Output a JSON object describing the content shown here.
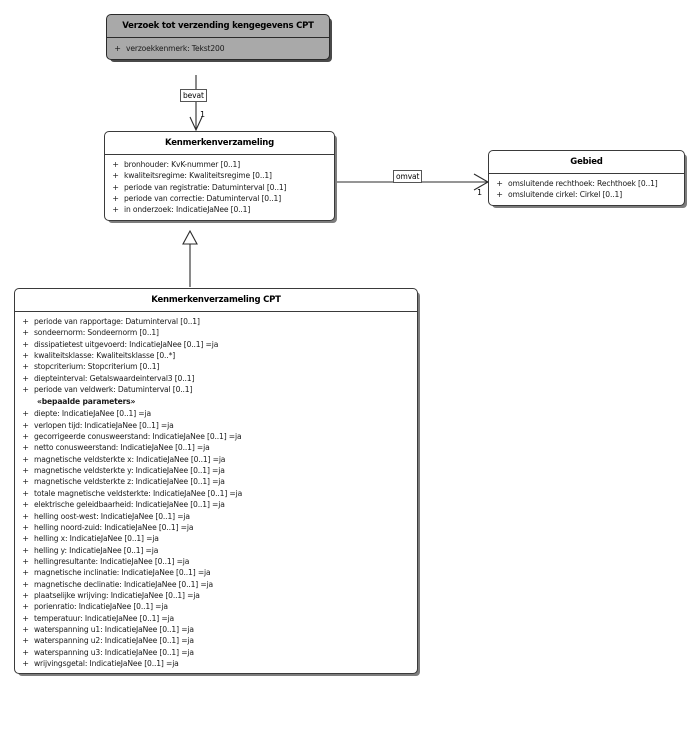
{
  "diagram": {
    "type": "uml-class-diagram",
    "background": "#ffffff",
    "classes": [
      {
        "id": "verzoek",
        "name": "Verzoek tot verzending kengegevens CPT",
        "fill": "#a9a9a9",
        "attributes": [
          {
            "visibility": "+",
            "signature": "verzoekkenmerk: Tekst200"
          }
        ]
      },
      {
        "id": "kenmerkenverzameling",
        "name": "Kenmerkenverzameling",
        "fill": "#ffffff",
        "attributes": [
          {
            "visibility": "+",
            "signature": "bronhouder: KvK-nummer [0..1]"
          },
          {
            "visibility": "+",
            "signature": "kwaliteitsregime: Kwaliteitsregime [0..1]"
          },
          {
            "visibility": "+",
            "signature": "periode van registratie: Datuminterval [0..1]"
          },
          {
            "visibility": "+",
            "signature": "periode van correctie: Datuminterval [0..1]"
          },
          {
            "visibility": "+",
            "signature": "in onderzoek: IndicatieJaNee [0..1]"
          }
        ]
      },
      {
        "id": "gebied",
        "name": "Gebied",
        "fill": "#ffffff",
        "attributes": [
          {
            "visibility": "+",
            "signature": "omsluitende rechthoek: Rechthoek [0..1]"
          },
          {
            "visibility": "+",
            "signature": "omsluitende cirkel: Cirkel [0..1]"
          }
        ]
      },
      {
        "id": "kenmerkenverzameling-cpt",
        "name": "Kenmerkenverzameling CPT",
        "fill": "#ffffff",
        "attributes": [
          {
            "visibility": "+",
            "signature": "periode van rapportage: Datuminterval [0..1]"
          },
          {
            "visibility": "+",
            "signature": "sondeernorm: Sondeernorm [0..1]"
          },
          {
            "visibility": "+",
            "signature": "dissipatietest uitgevoerd: IndicatieJaNee [0..1] =ja"
          },
          {
            "visibility": "+",
            "signature": "kwaliteitsklasse: Kwaliteitsklasse [0..*]"
          },
          {
            "visibility": "+",
            "signature": "stopcriterium: Stopcriterium [0..1]"
          },
          {
            "visibility": "+",
            "signature": "diepteinterval: Getalswaardeinterval3 [0..1]"
          },
          {
            "visibility": "+",
            "signature": "periode van veldwerk: Datuminterval [0..1]"
          }
        ],
        "stereotype_section": "«bepaalde parameters»",
        "stereotype_attributes": [
          {
            "visibility": "+",
            "signature": "diepte: IndicatieJaNee [0..1] =ja"
          },
          {
            "visibility": "+",
            "signature": "verlopen tijd: IndicatieJaNee [0..1] =ja"
          },
          {
            "visibility": "+",
            "signature": "gecorrigeerde conusweerstand: IndicatieJaNee [0..1] =ja"
          },
          {
            "visibility": "+",
            "signature": "netto conusweerstand: IndicatieJaNee [0..1] =ja"
          },
          {
            "visibility": "+",
            "signature": "magnetische veldsterkte x: IndicatieJaNee [0..1] =ja"
          },
          {
            "visibility": "+",
            "signature": "magnetische veldsterkte y: IndicatieJaNee [0..1] =ja"
          },
          {
            "visibility": "+",
            "signature": "magnetische veldsterkte z: IndicatieJaNee [0..1] =ja"
          },
          {
            "visibility": "+",
            "signature": "totale magnetische veldsterkte: IndicatieJaNee [0..1] =ja"
          },
          {
            "visibility": "+",
            "signature": "elektrische geleidbaarheid: IndicatieJaNee [0..1] =ja"
          },
          {
            "visibility": "+",
            "signature": "helling oost-west: IndicatieJaNee [0..1] =ja"
          },
          {
            "visibility": "+",
            "signature": "helling noord-zuid: IndicatieJaNee [0..1] =ja"
          },
          {
            "visibility": "+",
            "signature": "helling x: IndicatieJaNee [0..1] =ja"
          },
          {
            "visibility": "+",
            "signature": "helling y: IndicatieJaNee [0..1] =ja"
          },
          {
            "visibility": "+",
            "signature": "hellingresultante: IndicatieJaNee [0..1] =ja"
          },
          {
            "visibility": "+",
            "signature": "magnetische inclinatie: IndicatieJaNee [0..1] =ja"
          },
          {
            "visibility": "+",
            "signature": "magnetische declinatie: IndicatieJaNee [0..1] =ja"
          },
          {
            "visibility": "+",
            "signature": "plaatselijke wrijving: IndicatieJaNee [0..1] =ja"
          },
          {
            "visibility": "+",
            "signature": "porienratio: IndicatieJaNee [0..1] =ja"
          },
          {
            "visibility": "+",
            "signature": "temperatuur: IndicatieJaNee [0..1] =ja"
          },
          {
            "visibility": "+",
            "signature": "waterspanning u1: IndicatieJaNee [0..1] =ja"
          },
          {
            "visibility": "+",
            "signature": "waterspanning u2: IndicatieJaNee [0..1] =ja"
          },
          {
            "visibility": "+",
            "signature": "waterspanning u3: IndicatieJaNee [0..1] =ja"
          },
          {
            "visibility": "+",
            "signature": "wrijvingsgetal: IndicatieJaNee [0..1] =ja"
          }
        ]
      }
    ],
    "relationships": [
      {
        "id": "bevat",
        "kind": "association-directed",
        "label": "bevat",
        "source": "verzoek",
        "target": "kenmerkenverzameling",
        "target_multiplicity": "1"
      },
      {
        "id": "omvat",
        "kind": "association-directed",
        "label": "omvat",
        "source": "kenmerkenverzameling",
        "target": "gebied",
        "target_multiplicity": "1"
      },
      {
        "id": "generalization",
        "kind": "generalization",
        "label": "",
        "source": "kenmerkenverzameling-cpt",
        "target": "kenmerkenverzameling",
        "target_multiplicity": ""
      }
    ]
  }
}
